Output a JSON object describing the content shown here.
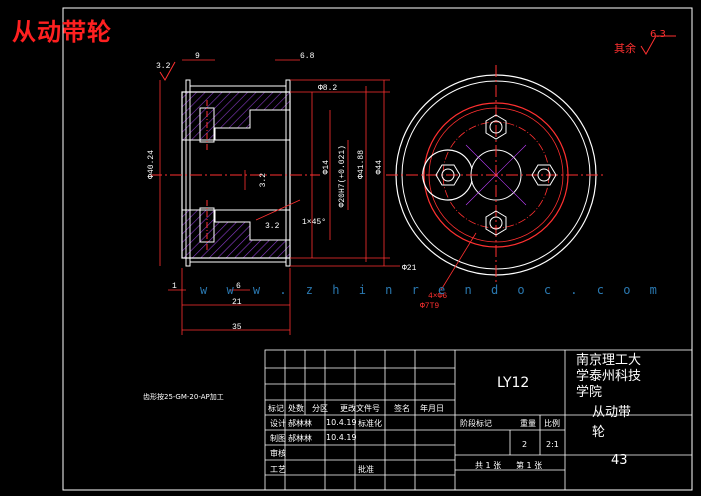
{
  "header": {
    "title": "从动带轮"
  },
  "roughness_note": {
    "prefix": "其余",
    "value": "6.3"
  },
  "section_dims": {
    "d_9": "9",
    "d_6_8": "6.8",
    "ra_3_2_left": "3.2",
    "d_phi_8_2": "Φ8.2",
    "d_phi_40_24": "Φ40.24",
    "d_3_2_center": "3.2",
    "d_3_2_bottom": "3.2",
    "d_phi_14": "Φ14",
    "d_phi_20h": "Φ20H7(+0.021)",
    "d_phi_41_88": "Φ41.88",
    "d_phi_44": "Φ44",
    "chamfer": "1×45°",
    "d_1": "1",
    "d_6": "6",
    "d_21": "21",
    "d_35": "35",
    "d_phi_21": "Φ21"
  },
  "front_view_dims": {
    "holes": "4×Φ6",
    "pcd": "Φ7T9"
  },
  "side_note": "齿形按25-GM-20-AP加工",
  "watermark": "w w w . z h i n r e n d o c . c o m",
  "title_block": {
    "drawing_no": "LY12",
    "school": [
      "南京理工大",
      "学泰州科技",
      "学院"
    ],
    "part_name": [
      "从动带",
      "轮"
    ],
    "sheet_number": "43",
    "row_labels": [
      "标记",
      "处数",
      "分区",
      "更改文件号",
      "签名",
      "年月日"
    ],
    "design_label": "设计",
    "design_name": "郝林林",
    "design_date": "10.4.19",
    "std_label": "标准化",
    "draw_label": "制图",
    "draw_name": "郝林林",
    "draw_date": "10.4.19",
    "check_label": "审核",
    "process_label": "工艺",
    "approve_label": "批准",
    "stage_labels": [
      "阶段标记",
      "重量",
      "比例"
    ],
    "weight": "2",
    "scale": "2:1",
    "sheets": "共 1 张",
    "sheet_of": "第 1 张"
  }
}
